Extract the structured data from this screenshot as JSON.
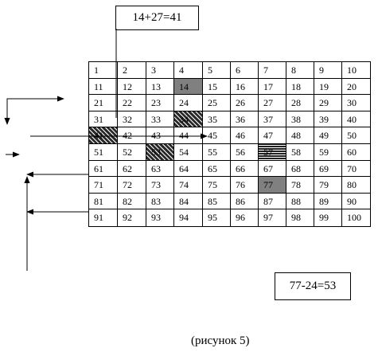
{
  "formula_top": "14+27=41",
  "formula_bottom": "77-24=53",
  "caption": "(рисунок 5)",
  "grid": {
    "numbers": [
      1,
      2,
      3,
      4,
      5,
      6,
      7,
      8,
      9,
      10,
      11,
      12,
      13,
      14,
      15,
      16,
      17,
      18,
      19,
      20,
      21,
      22,
      23,
      24,
      25,
      26,
      27,
      28,
      29,
      30,
      31,
      32,
      33,
      34,
      35,
      36,
      37,
      38,
      39,
      40,
      41,
      42,
      43,
      44,
      45,
      46,
      47,
      48,
      49,
      50,
      51,
      52,
      53,
      54,
      55,
      56,
      57,
      58,
      59,
      60,
      61,
      62,
      63,
      64,
      65,
      66,
      67,
      68,
      69,
      70,
      71,
      72,
      73,
      74,
      75,
      76,
      77,
      78,
      79,
      80,
      81,
      82,
      83,
      84,
      85,
      86,
      87,
      88,
      89,
      90,
      91,
      92,
      93,
      94,
      95,
      96,
      97,
      98,
      99,
      100
    ],
    "gray_cells": [
      14,
      77
    ],
    "hatched_cells": [
      34,
      41,
      53,
      57
    ]
  }
}
